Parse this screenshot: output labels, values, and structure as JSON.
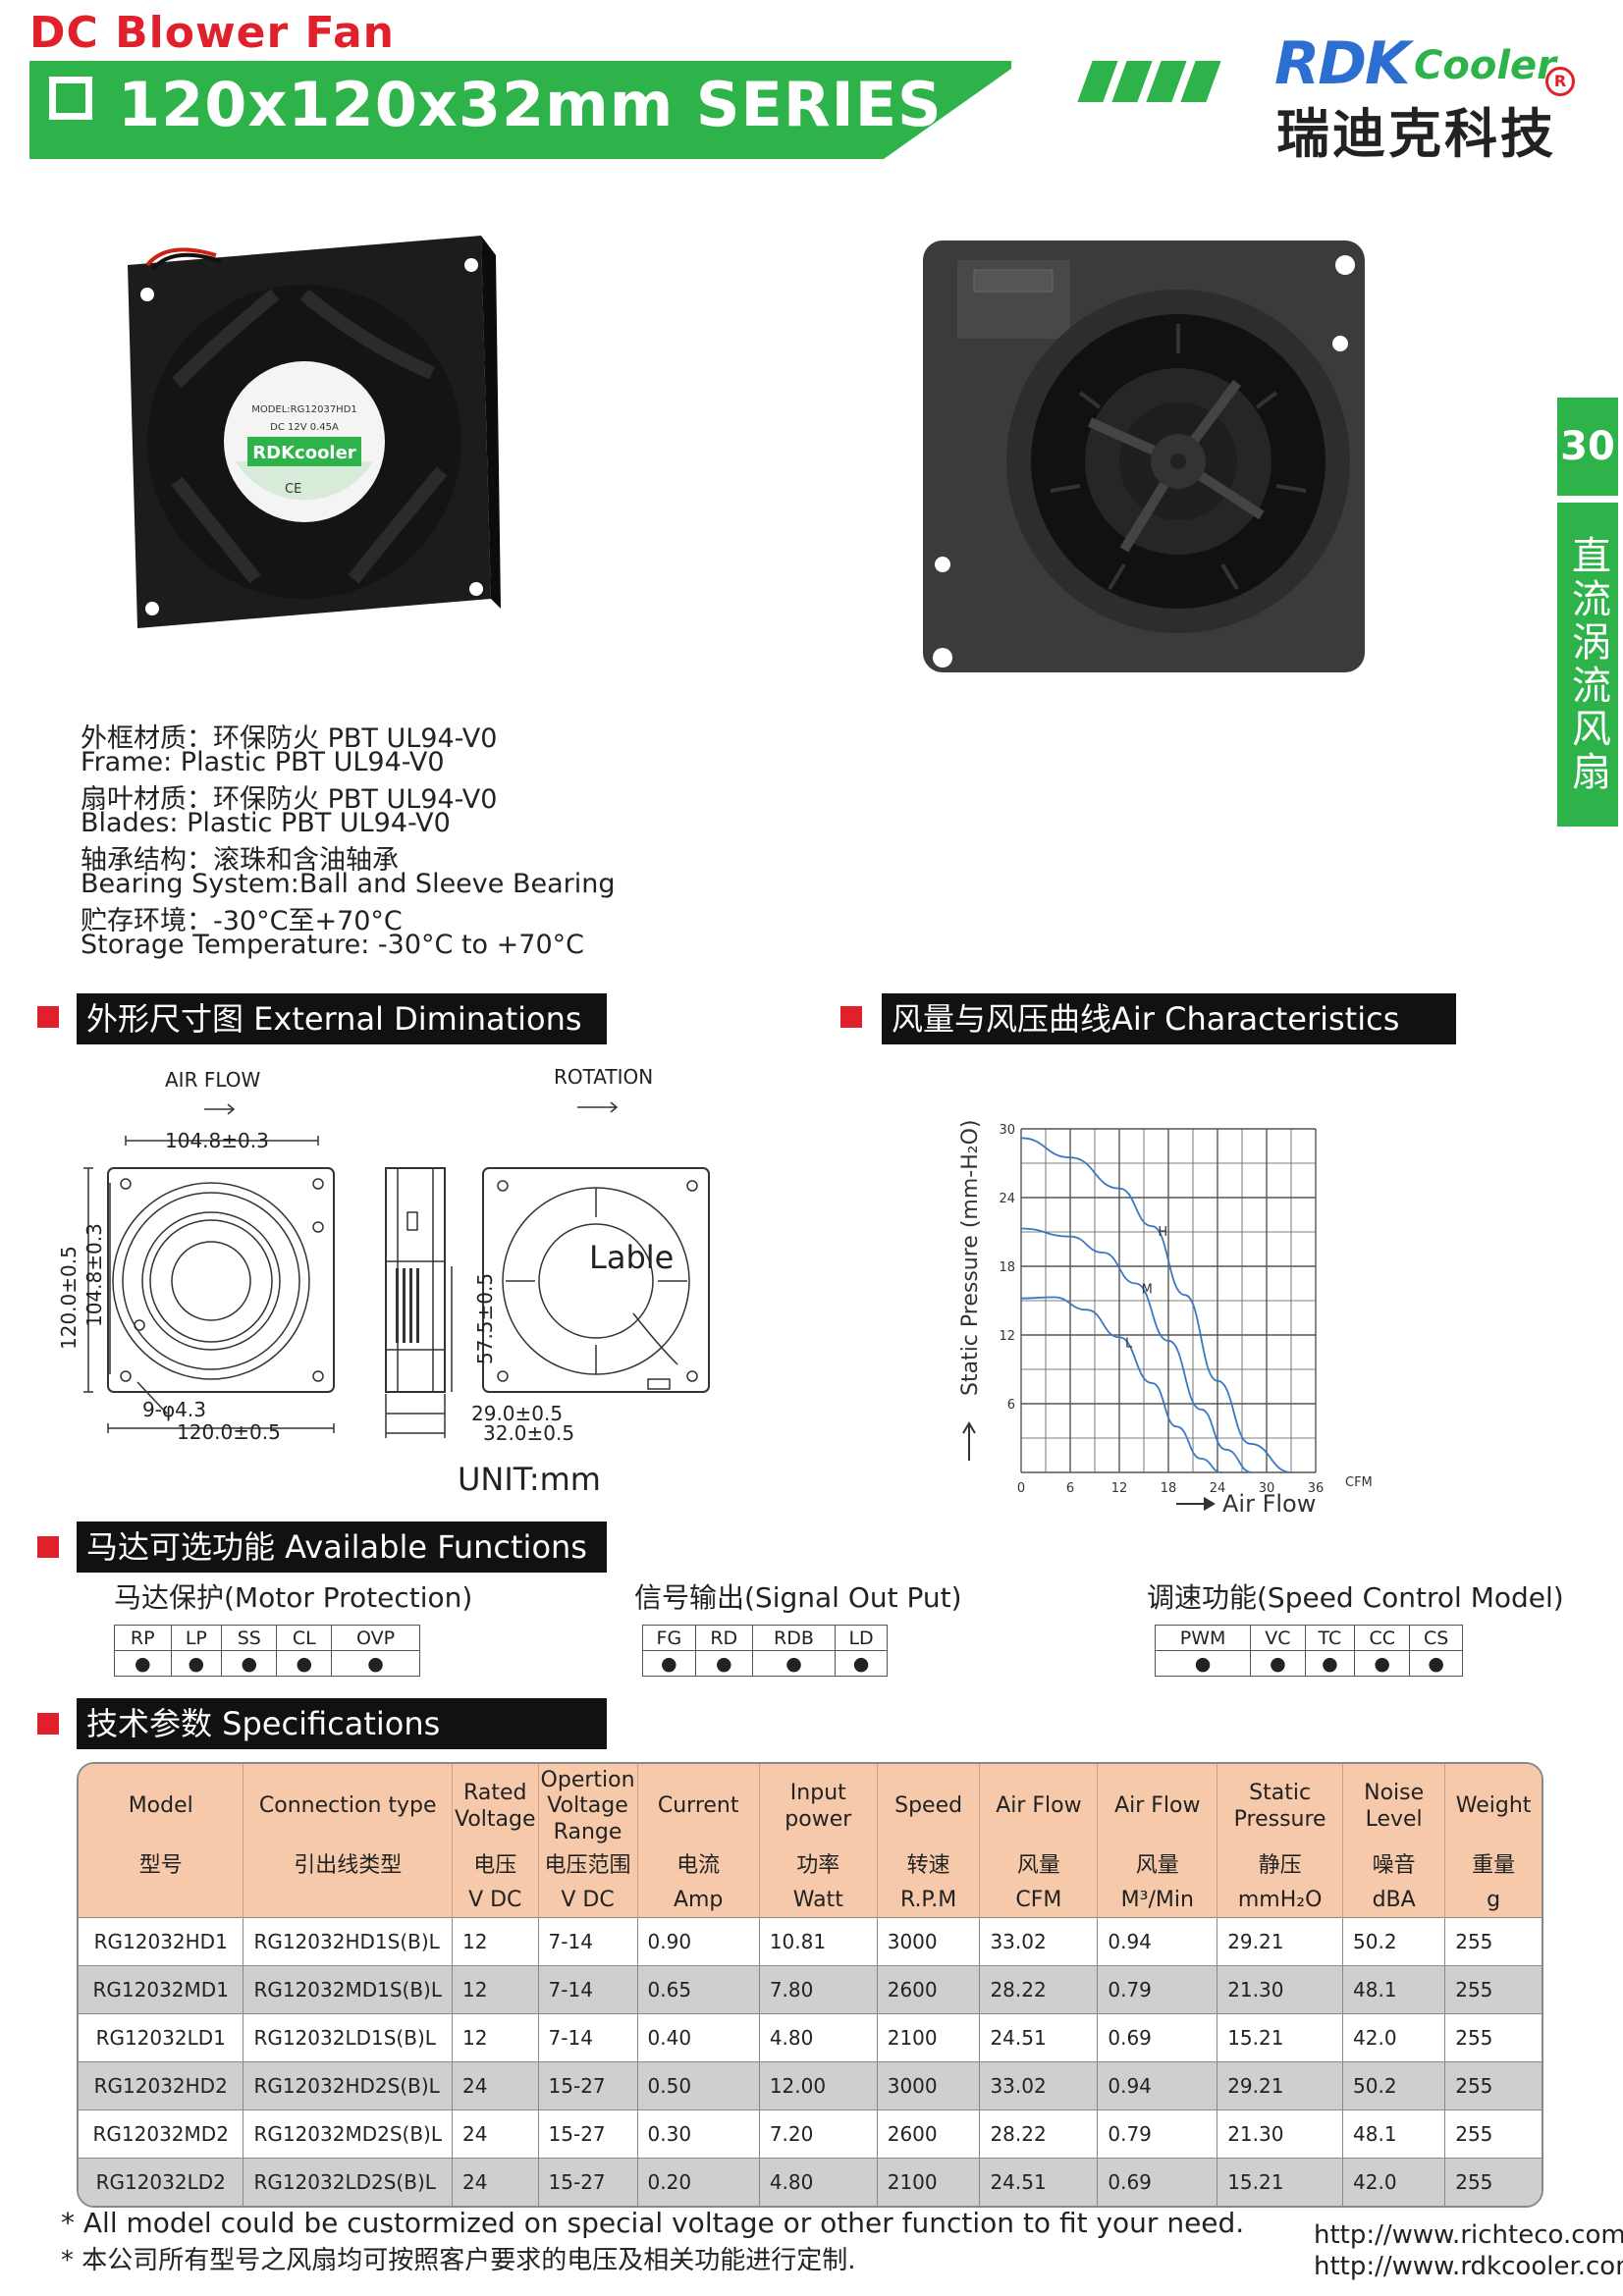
{
  "header": {
    "category": "DC Blower Fan",
    "series": "120x120x32mm SERIES",
    "logo_main": "RDK",
    "logo_accent": "Cooler",
    "logo_reg": "R",
    "company_cn": "瑞迪克科技"
  },
  "side_tab": {
    "page_number": "30",
    "vertical_text": "直流涡流风扇"
  },
  "photo1": {
    "label_model": "MODEL:RG12037HD1",
    "label_rating": "DC 12V  0.45A",
    "label_brand": "RDKcooler",
    "label_ce": "CE"
  },
  "materials": [
    "外框材质：环保防火  PBT UL94-V0",
    "Frame: Plastic PBT  UL94-V0",
    "扇叶材质：环保防火  PBT UL94-V0",
    "Blades: Plastic PBT  UL94-V0",
    "轴承结构：滚珠和含油轴承",
    "Bearing System:Ball and Sleeve Bearing",
    "贮存环境：-30°C至+70°C",
    " Storage Temperature: -30°C to  +70°C"
  ],
  "sections": {
    "dimensions": "外形尺寸图  External Diminations",
    "air": "风量与风压曲线Air Characteristics",
    "functions": "马达可选功能  Available Functions",
    "specs": "技术参数  Specifications"
  },
  "drawing": {
    "air_flow": "AIR FLOW",
    "rotation": "ROTATION",
    "dim_top": "104.8±0.3",
    "dim_left_outer": "120.0±0.5",
    "dim_left_inner": "104.8±0.3",
    "dim_holes": "9-φ4.3",
    "dim_bottom": "120.0±0.5",
    "dim_side_h": "57.5±0.5",
    "dim_side_w1": "29.0±0.5",
    "dim_side_w2": "32.0±0.5",
    "label_text": "Lable",
    "unit": "UNIT:mm"
  },
  "chart_data": {
    "type": "line",
    "ylabel": "Static Pressure  (mm-H₂O)",
    "xlabel": "Air Flow",
    "x_unit": "CFM",
    "xlim": [
      0,
      36
    ],
    "ylim": [
      0,
      30
    ],
    "x_ticks": [
      "0",
      "6",
      "12",
      "18",
      "24",
      "30",
      "36"
    ],
    "y_ticks": [
      "6",
      "12",
      "18",
      "24",
      "30"
    ],
    "series": [
      {
        "name": "H",
        "points": [
          [
            0,
            29.2
          ],
          [
            6,
            27.5
          ],
          [
            12,
            24.8
          ],
          [
            16,
            21.5
          ],
          [
            20,
            15.5
          ],
          [
            24,
            8.0
          ],
          [
            28,
            2.5
          ],
          [
            33,
            0
          ]
        ]
      },
      {
        "name": "M",
        "points": [
          [
            0,
            21.3
          ],
          [
            6,
            20.6
          ],
          [
            10,
            19.2
          ],
          [
            14,
            16.5
          ],
          [
            18,
            11.5
          ],
          [
            22,
            5.5
          ],
          [
            25,
            2.0
          ],
          [
            28.2,
            0
          ]
        ]
      },
      {
        "name": "L",
        "points": [
          [
            0,
            15.2
          ],
          [
            4,
            15.3
          ],
          [
            8,
            14.2
          ],
          [
            12,
            11.8
          ],
          [
            16,
            7.8
          ],
          [
            19,
            4.0
          ],
          [
            22,
            1.2
          ],
          [
            24.5,
            0
          ]
        ]
      }
    ]
  },
  "functions": {
    "motor": {
      "title": "马达保护(Motor Protection)",
      "options": [
        "RP",
        "LP",
        "SS",
        "CL",
        "OVP"
      ]
    },
    "signal": {
      "title": "信号输出(Signal Out Put)",
      "options": [
        "FG",
        "RD",
        "RDB",
        "LD"
      ]
    },
    "speed": {
      "title": "调速功能(Speed Control Model)",
      "options": [
        "PWM",
        "VC",
        "TC",
        "CC",
        "CS"
      ]
    },
    "bullet": "●"
  },
  "specs": {
    "headers": [
      {
        "en": "Model",
        "cn": "型号",
        "unit": ""
      },
      {
        "en": "Connection type",
        "cn": "引出线类型",
        "unit": ""
      },
      {
        "en": "Rated Voltage",
        "cn": "电压",
        "unit": "V DC"
      },
      {
        "en": "Opertion Voltage Range",
        "cn": "电压范围",
        "unit": "V DC"
      },
      {
        "en": "Current",
        "cn": "电流",
        "unit": "Amp"
      },
      {
        "en": "Input power",
        "cn": "功率",
        "unit": "Watt"
      },
      {
        "en": "Speed",
        "cn": "转速",
        "unit": "R.P.M"
      },
      {
        "en": "Air Flow",
        "cn": "风量",
        "unit": "CFM"
      },
      {
        "en": "Air Flow",
        "cn": "风量",
        "unit": "M³/Min"
      },
      {
        "en": "Static Pressure",
        "cn": "静压",
        "unit": "mmH₂O"
      },
      {
        "en": "Noise Level",
        "cn": "噪音",
        "unit": "dBA"
      },
      {
        "en": "Weight",
        "cn": "重量",
        "unit": "g"
      }
    ],
    "rows": [
      [
        "RG12032HD1",
        "RG12032HD1S(B)L",
        "12",
        "7-14",
        "0.90",
        "10.81",
        "3000",
        "33.02",
        "0.94",
        "29.21",
        "50.2",
        "255"
      ],
      [
        "RG12032MD1",
        "RG12032MD1S(B)L",
        "12",
        "7-14",
        "0.65",
        "7.80",
        "2600",
        "28.22",
        "0.79",
        "21.30",
        "48.1",
        "255"
      ],
      [
        "RG12032LD1",
        "RG12032LD1S(B)L",
        "12",
        "7-14",
        "0.40",
        "4.80",
        "2100",
        "24.51",
        "0.69",
        "15.21",
        "42.0",
        "255"
      ],
      [
        "RG12032HD2",
        "RG12032HD2S(B)L",
        "24",
        "15-27",
        "0.50",
        "12.00",
        "3000",
        "33.02",
        "0.94",
        "29.21",
        "50.2",
        "255"
      ],
      [
        "RG12032MD2",
        "RG12032MD2S(B)L",
        "24",
        "15-27",
        "0.30",
        "7.20",
        "2600",
        "28.22",
        "0.79",
        "21.30",
        "48.1",
        "255"
      ],
      [
        "RG12032LD2",
        "RG12032LD2S(B)L",
        "24",
        "15-27",
        "0.20",
        "4.80",
        "2100",
        "24.51",
        "0.69",
        "15.21",
        "42.0",
        "255"
      ]
    ]
  },
  "footer": {
    "note_en": "* All model could be custormized on special voltage or other function to fit your need.",
    "note_cn": "* 本公司所有型号之风扇均可按照客户要求的电压及相关功能进行定制.",
    "url1": "http://www.richteco.com",
    "url2": "http://www.rdkcooler.com"
  },
  "colors": {
    "green": "#2db34a",
    "red": "#e0202a",
    "blue": "#2d6fd1",
    "curve": "#3a78c2",
    "table_header": "#f6c9aa"
  }
}
